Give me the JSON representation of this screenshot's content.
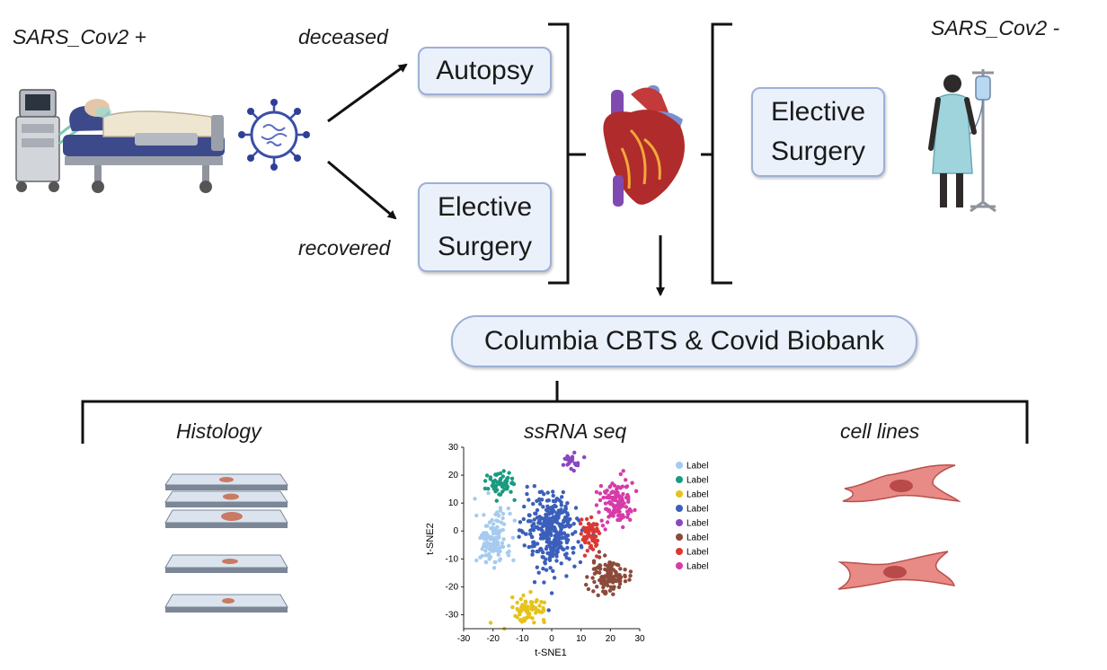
{
  "labels": {
    "sars_pos": "SARS_Cov2 +",
    "sars_neg": "SARS_Cov2 -",
    "deceased": "deceased",
    "recovered": "recovered",
    "histology": "Histology",
    "ssrna": "ssRNA seq",
    "cell_lines": "cell lines"
  },
  "boxes": {
    "autopsy": "Autopsy",
    "elective_left": "Elective\nSurgery",
    "elective_right": "Elective\nSurgery",
    "biobank": "Columbia CBTS & Covid Biobank"
  },
  "icons": [
    "hospital-bed-icon",
    "virus-icon",
    "heart-icon",
    "patient-iv-icon",
    "histology-slides-icon",
    "cell-icon"
  ],
  "chart_data": {
    "type": "scatter",
    "xlabel": "t-SNE1",
    "ylabel": "t-SNE2",
    "xlim": [
      -30,
      30
    ],
    "ylim": [
      -35,
      30
    ],
    "xticks": [
      -30,
      -20,
      -10,
      0,
      10,
      20,
      30
    ],
    "yticks": [
      30,
      20,
      10,
      0,
      -10,
      -20,
      -30
    ],
    "legend_placement": "right",
    "series": [
      {
        "name": "Label",
        "color": "#a6cbee",
        "cx": -20,
        "cy": -3,
        "rx": 6,
        "ry": 10,
        "n": 140
      },
      {
        "name": "Label",
        "color": "#1a9a80",
        "cx": -17,
        "cy": 17,
        "rx": 5,
        "ry": 5,
        "n": 55
      },
      {
        "name": "Label",
        "color": "#e6c21a",
        "cx": -8,
        "cy": -28,
        "rx": 6,
        "ry": 4,
        "n": 70
      },
      {
        "name": "Label",
        "color": "#3b5fba",
        "cx": 0,
        "cy": 0,
        "rx": 9,
        "ry": 14,
        "n": 330
      },
      {
        "name": "Label",
        "color": "#8a47c2",
        "cx": 7,
        "cy": 25,
        "rx": 3,
        "ry": 3,
        "n": 25
      },
      {
        "name": "Label",
        "color": "#8c4a3a",
        "cx": 19,
        "cy": -16,
        "rx": 6,
        "ry": 6,
        "n": 110
      },
      {
        "name": "Label",
        "color": "#d83a33",
        "cx": 13,
        "cy": -1,
        "rx": 3,
        "ry": 6,
        "n": 65
      },
      {
        "name": "Label",
        "color": "#d63ba8",
        "cx": 22,
        "cy": 10,
        "rx": 6,
        "ry": 8,
        "n": 120
      }
    ]
  }
}
